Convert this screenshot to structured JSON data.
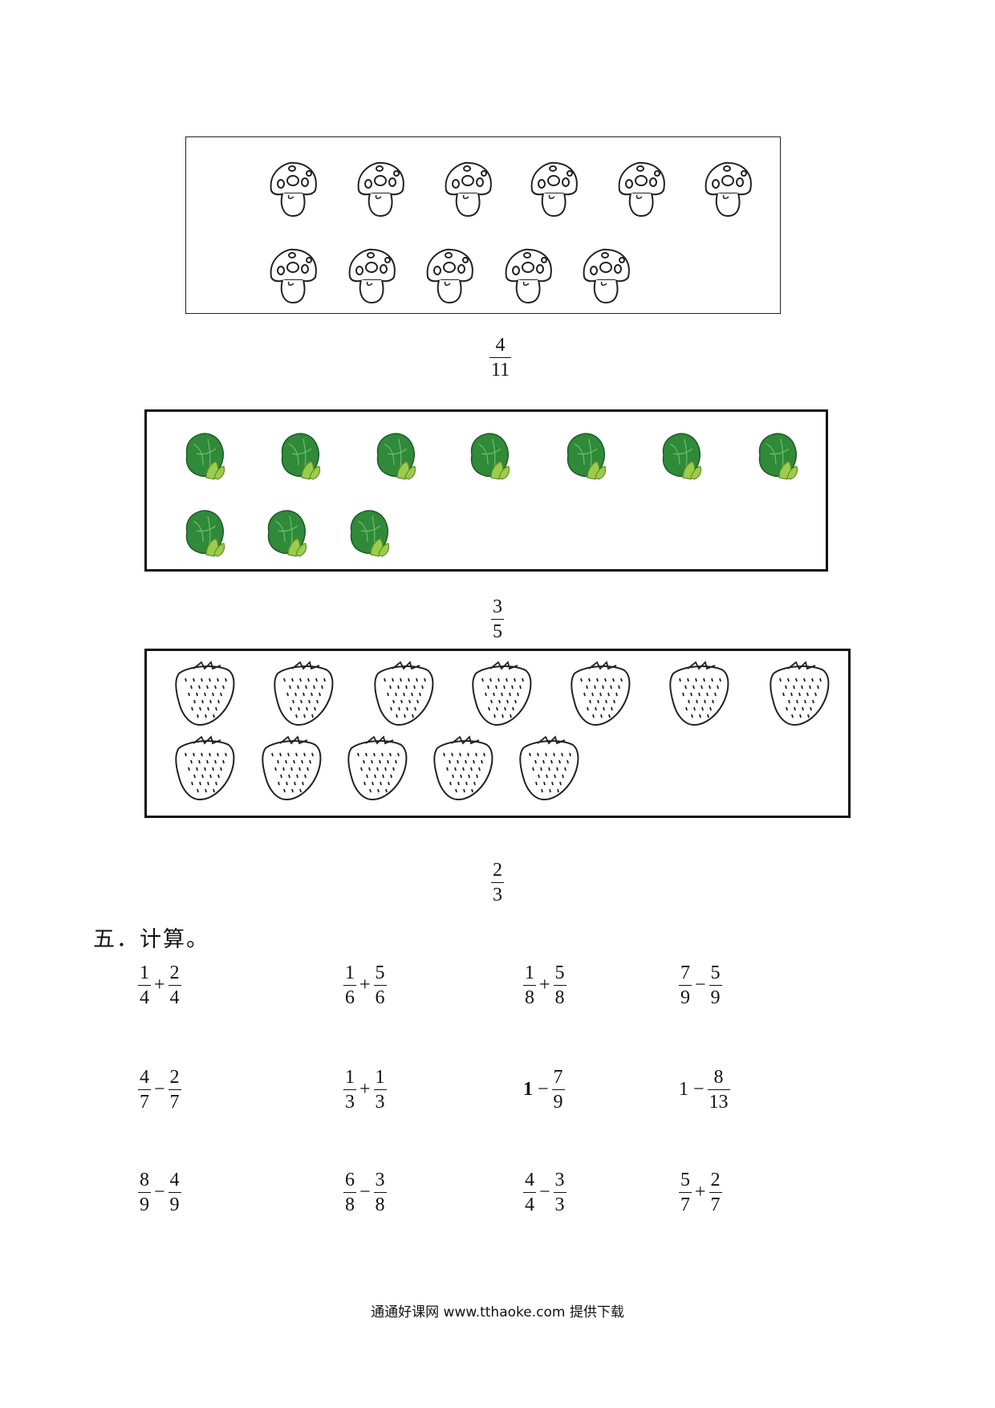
{
  "picture_groups": [
    {
      "name": "mushrooms",
      "icon": "mushroom-icon",
      "count": 11
    },
    {
      "name": "cabbages",
      "icon": "cabbage-icon",
      "count": 10
    },
    {
      "name": "strawberries",
      "icon": "strawberry-icon",
      "count": 12
    }
  ],
  "fractions": [
    {
      "num": "4",
      "den": "11"
    },
    {
      "num": "3",
      "den": "5"
    },
    {
      "num": "2",
      "den": "3"
    }
  ],
  "section": {
    "title": "五．计算。"
  },
  "problems": [
    {
      "a": {
        "n": "1",
        "d": "4"
      },
      "op": "+",
      "b": {
        "n": "2",
        "d": "4"
      }
    },
    {
      "a": {
        "n": "1",
        "d": "6"
      },
      "op": "+",
      "b": {
        "n": "5",
        "d": "6"
      }
    },
    {
      "a": {
        "n": "1",
        "d": "8"
      },
      "op": "+",
      "b": {
        "n": "5",
        "d": "8"
      }
    },
    {
      "a": {
        "n": "7",
        "d": "9"
      },
      "op": "−",
      "b": {
        "n": "5",
        "d": "9"
      }
    },
    {
      "a": {
        "n": "4",
        "d": "7"
      },
      "op": "−",
      "b": {
        "n": "2",
        "d": "7"
      }
    },
    {
      "a": {
        "n": "1",
        "d": "3"
      },
      "op": "+",
      "b": {
        "n": "1",
        "d": "3"
      }
    },
    {
      "whole": "1",
      "op": "−",
      "b": {
        "n": "7",
        "d": "9"
      }
    },
    {
      "whole": "1",
      "op": "−",
      "b": {
        "n": "8",
        "d": "13"
      }
    },
    {
      "a": {
        "n": "8",
        "d": "9"
      },
      "op": "−",
      "b": {
        "n": "4",
        "d": "9"
      }
    },
    {
      "a": {
        "n": "6",
        "d": "8"
      },
      "op": "−",
      "b": {
        "n": "3",
        "d": "8"
      }
    },
    {
      "a": {
        "n": "4",
        "d": "4"
      },
      "op": "−",
      "b": {
        "n": "3",
        "d": "3"
      }
    },
    {
      "a": {
        "n": "5",
        "d": "7"
      },
      "op": "+",
      "b": {
        "n": "2",
        "d": "7"
      }
    }
  ],
  "footer": {
    "text": "通通好课网  www.tthaoke.com  提供下载"
  },
  "colors": {
    "cabbage_dark": "#2f8a3a",
    "cabbage_light": "#9ccc4a",
    "ink": "#111111"
  }
}
